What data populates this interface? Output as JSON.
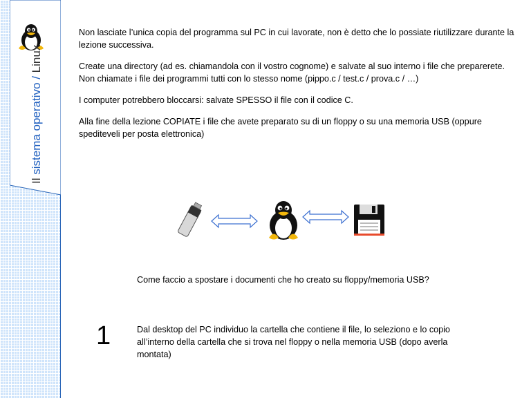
{
  "sidebar": {
    "title_part1": "Il ",
    "title_highlight": "sistema operativo",
    "title_sep": " / ",
    "title_part2": "Linux"
  },
  "content": {
    "paragraphs": [
      "Non lasciate l’unica copia del programma sul PC in cui lavorate, non è detto che lo possiate riutilizzare durante la lezione successiva.",
      "Create una directory (ad es. chiamandola con il vostro cognome) e salvate al suo interno i file che preparerete. Non chiamate i file dei programmi tutti con lo stesso nome (pippo.c / test.c / prova.c / …)",
      "I computer potrebbero bloccarsi: salvate SPESSO il file con il codice C.",
      "Alla fine della lezione COPIATE i file che avete preparato su di un floppy o su una memoria USB (oppure spediteveli per posta elettronica)"
    ]
  },
  "diagram": {
    "icons": [
      "usb-drive-icon",
      "tux-penguin-icon",
      "floppy-disk-icon"
    ],
    "arrow_color": "#3b6fd0"
  },
  "caption": "Come faccio a spostare i documenti che ho creato su floppy/memoria USB?",
  "step": {
    "number": "1",
    "text": "Dal desktop del PC individuo la cartella che contiene il file, lo seleziono e lo copio all’interno della cartella che si trova nel floppy o nella memoria USB (dopo averla montata)"
  },
  "colors": {
    "accent": "#1f5fbf",
    "sidebar_bg": "#cfe4fb"
  }
}
